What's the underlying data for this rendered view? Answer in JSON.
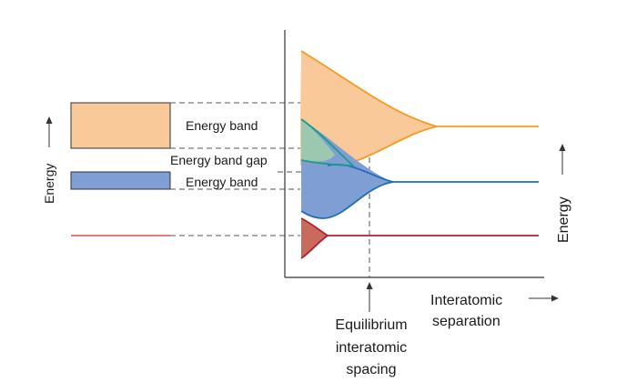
{
  "labels": {
    "energy_left": "Energy",
    "energy_right": "Energy",
    "upper_band": "Energy band",
    "band_gap": "Energy band gap",
    "lower_band": "Energy band",
    "equilibrium": [
      "Equilibrium",
      "interatomic",
      "spacing"
    ],
    "separation": [
      "Interatomic",
      "separation"
    ]
  },
  "colors": {
    "upper_band_fill": "#f9c99a",
    "upper_band_stroke": "#f39c1f",
    "lower_band_fill": "#7f9fd4",
    "lower_band_stroke": "#1f6fb5",
    "overlap_fill": "#9dc8b0",
    "overlap_stroke": "#1a9a8a",
    "core_fill": "#c96a5e",
    "core_stroke": "#b0202a",
    "axis": "#333333",
    "dashed": "#555555"
  }
}
